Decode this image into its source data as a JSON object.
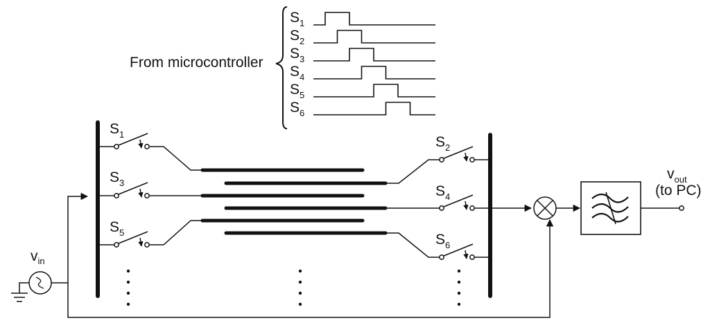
{
  "header": {
    "source_label": "From microcontroller"
  },
  "timing": {
    "signals": [
      {
        "name": "S",
        "sub": "1"
      },
      {
        "name": "S",
        "sub": "2"
      },
      {
        "name": "S",
        "sub": "3"
      },
      {
        "name": "S",
        "sub": "4"
      },
      {
        "name": "S",
        "sub": "5"
      },
      {
        "name": "S",
        "sub": "6"
      }
    ]
  },
  "switches": {
    "s1": {
      "name": "S",
      "sub": "1"
    },
    "s2": {
      "name": "S",
      "sub": "2"
    },
    "s3": {
      "name": "S",
      "sub": "3"
    },
    "s4": {
      "name": "S",
      "sub": "4"
    },
    "s5": {
      "name": "S",
      "sub": "5"
    },
    "s6": {
      "name": "S",
      "sub": "6"
    }
  },
  "source": {
    "name": "v",
    "sub": "in"
  },
  "output": {
    "name": "v",
    "sub": "out",
    "note": "(to PC)"
  }
}
